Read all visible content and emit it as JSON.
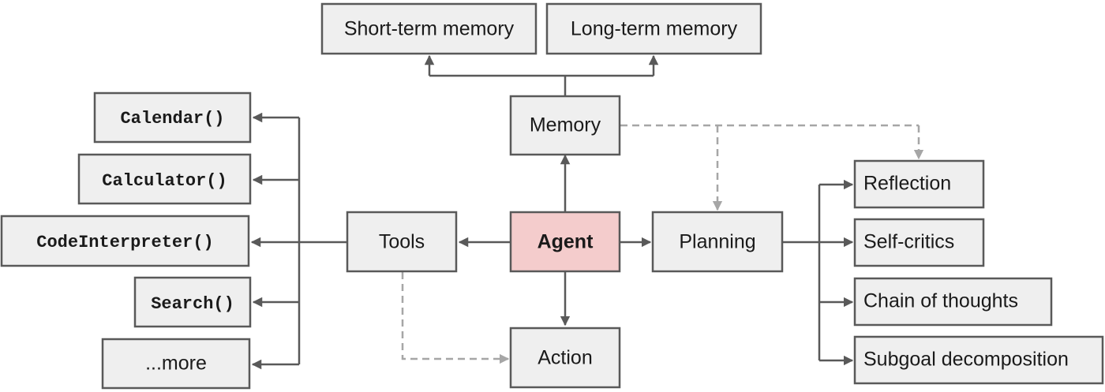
{
  "center": {
    "label": "Agent",
    "color": "#f4cccc"
  },
  "memory": {
    "label": "Memory",
    "children": [
      "Short-term memory",
      "Long-term memory"
    ]
  },
  "tools": {
    "label": "Tools",
    "children": [
      "Calendar()",
      "Calculator()",
      "CodeInterpreter()",
      "Search()",
      "...more"
    ]
  },
  "planning": {
    "label": "Planning",
    "children": [
      "Reflection",
      "Self-critics",
      "Chain of thoughts",
      "Subgoal decomposition"
    ]
  },
  "action": {
    "label": "Action"
  },
  "colors": {
    "box_fill": "#efefef",
    "box_stroke": "#595959",
    "agent_fill": "#f4cccc",
    "solid_arrow": "#595959",
    "dashed_arrow": "#a6a6a6"
  }
}
